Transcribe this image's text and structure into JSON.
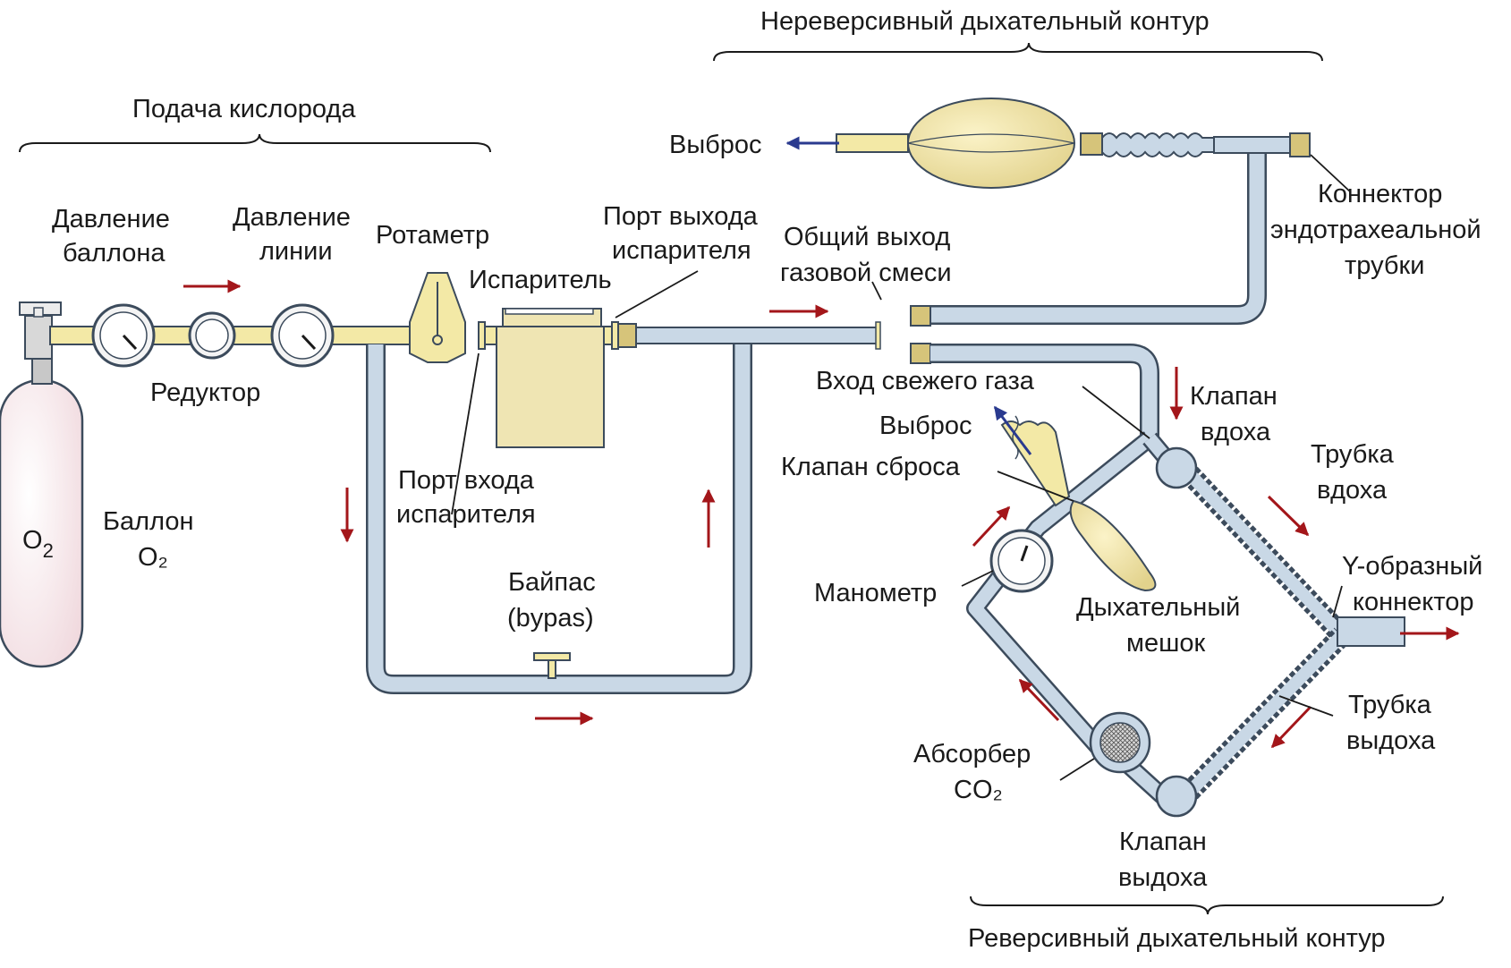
{
  "colors": {
    "pipe_light": "#c9d8e6",
    "pipe_yellow": "#f3e9a6",
    "outline": "#3c4b5c",
    "arrow_red": "#a3161a",
    "arrow_blue": "#2a3a8f",
    "vaporizer": "#efe5b3",
    "text": "#1a1a1a"
  },
  "sections": {
    "oxygen_supply": "Подача кислорода",
    "nonrebreathing": "Нереверсивный дыхательный контур",
    "rebreathing": "Реверсивный дыхательный контур"
  },
  "labels": {
    "cylinder_pressure_1": "Давление",
    "cylinder_pressure_2": "баллона",
    "line_pressure_1": "Давление",
    "line_pressure_2": "линии",
    "rotameter": "Ротаметр",
    "vaporizer": "Испаритель",
    "vaporizer_outlet_1": "Порт выхода",
    "vaporizer_outlet_2": "испарителя",
    "common_outlet_1": "Общий выход",
    "common_outlet_2": "газовой смеси",
    "regulator": "Редуктор",
    "cylinder_1": "Баллон",
    "cylinder_2": "O₂",
    "cylinder_symbol": "O",
    "cylinder_symbol_sub": "2",
    "vaporizer_inlet_1": "Порт входа",
    "vaporizer_inlet_2": "испарителя",
    "bypass_1": "Байпас",
    "bypass_2": "(bypas)",
    "exhaust_top": "Выброс",
    "et_connector_1": "Коннектор",
    "et_connector_2": "эндотрахеальной",
    "et_connector_3": "трубки",
    "fresh_gas_inlet": "Вход свежего газа",
    "exhaust_mid": "Выброс",
    "pop_off_valve": "Клапан сброса",
    "inspiratory_valve_1": "Клапан",
    "inspiratory_valve_2": "вдоха",
    "inspiratory_tube_1": "Трубка",
    "inspiratory_tube_2": "вдоха",
    "y_connector_1": "Y-образный",
    "y_connector_2": "коннектор",
    "manometer": "Манометр",
    "breathing_bag_1": "Дыхательный",
    "breathing_bag_2": "мешок",
    "expiratory_tube_1": "Трубка",
    "expiratory_tube_2": "выдоха",
    "absorber_1": "Абсорбер",
    "absorber_2": "CO₂",
    "expiratory_valve_1": "Клапан",
    "expiratory_valve_2": "выдоха"
  }
}
